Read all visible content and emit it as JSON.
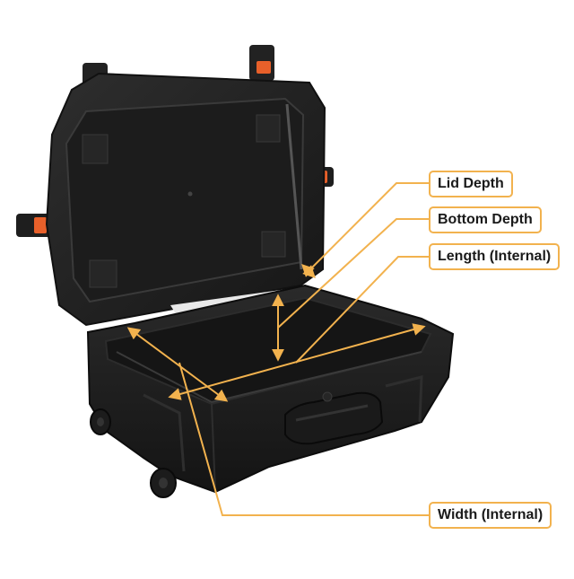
{
  "labels": {
    "lid_depth": "Lid Depth",
    "bottom_depth": "Bottom Depth",
    "length_internal": "Length (Internal)",
    "width_internal": "Width (Internal)"
  },
  "colors": {
    "callout": "#f2b24e",
    "case_body": "#202020",
    "latch_accent": "#e8602a"
  }
}
